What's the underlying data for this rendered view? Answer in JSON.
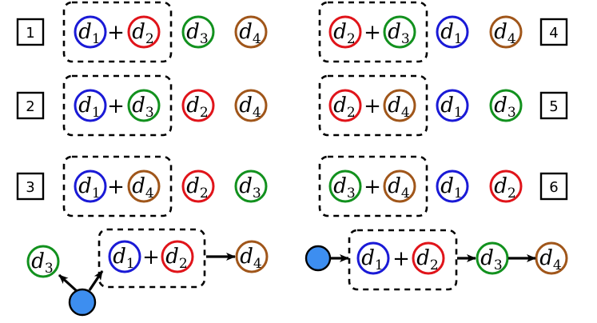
{
  "colors": {
    "d1": "#1a1ad6",
    "d2": "#e0141a",
    "d3": "#12911e",
    "d4": "#a0561a",
    "start_node_fill": "#3d8ef0",
    "stroke": "#000000"
  },
  "nodes": {
    "d1": {
      "base": "d",
      "sub": "1"
    },
    "d2": {
      "base": "d",
      "sub": "2"
    },
    "d3": {
      "base": "d",
      "sub": "3"
    },
    "d4": {
      "base": "d",
      "sub": "4"
    }
  },
  "plus_sign": "+",
  "partitions": [
    {
      "label": "1",
      "pair": [
        "d1",
        "d2"
      ],
      "rest": [
        "d3",
        "d4"
      ]
    },
    {
      "label": "2",
      "pair": [
        "d1",
        "d3"
      ],
      "rest": [
        "d2",
        "d4"
      ]
    },
    {
      "label": "3",
      "pair": [
        "d1",
        "d4"
      ],
      "rest": [
        "d2",
        "d3"
      ]
    },
    {
      "label": "4",
      "pair": [
        "d2",
        "d3"
      ],
      "rest": [
        "d1",
        "d4"
      ]
    },
    {
      "label": "5",
      "pair": [
        "d2",
        "d4"
      ],
      "rest": [
        "d1",
        "d3"
      ]
    },
    {
      "label": "6",
      "pair": [
        "d3",
        "d4"
      ],
      "rest": [
        "d1",
        "d2"
      ]
    }
  ],
  "tree_diagram": {
    "branch_a": "d3",
    "pair": [
      "d1",
      "d2"
    ],
    "next": "d4"
  },
  "chain_diagram": {
    "pair": [
      "d1",
      "d2"
    ],
    "sequence": [
      "d3",
      "d4"
    ]
  }
}
